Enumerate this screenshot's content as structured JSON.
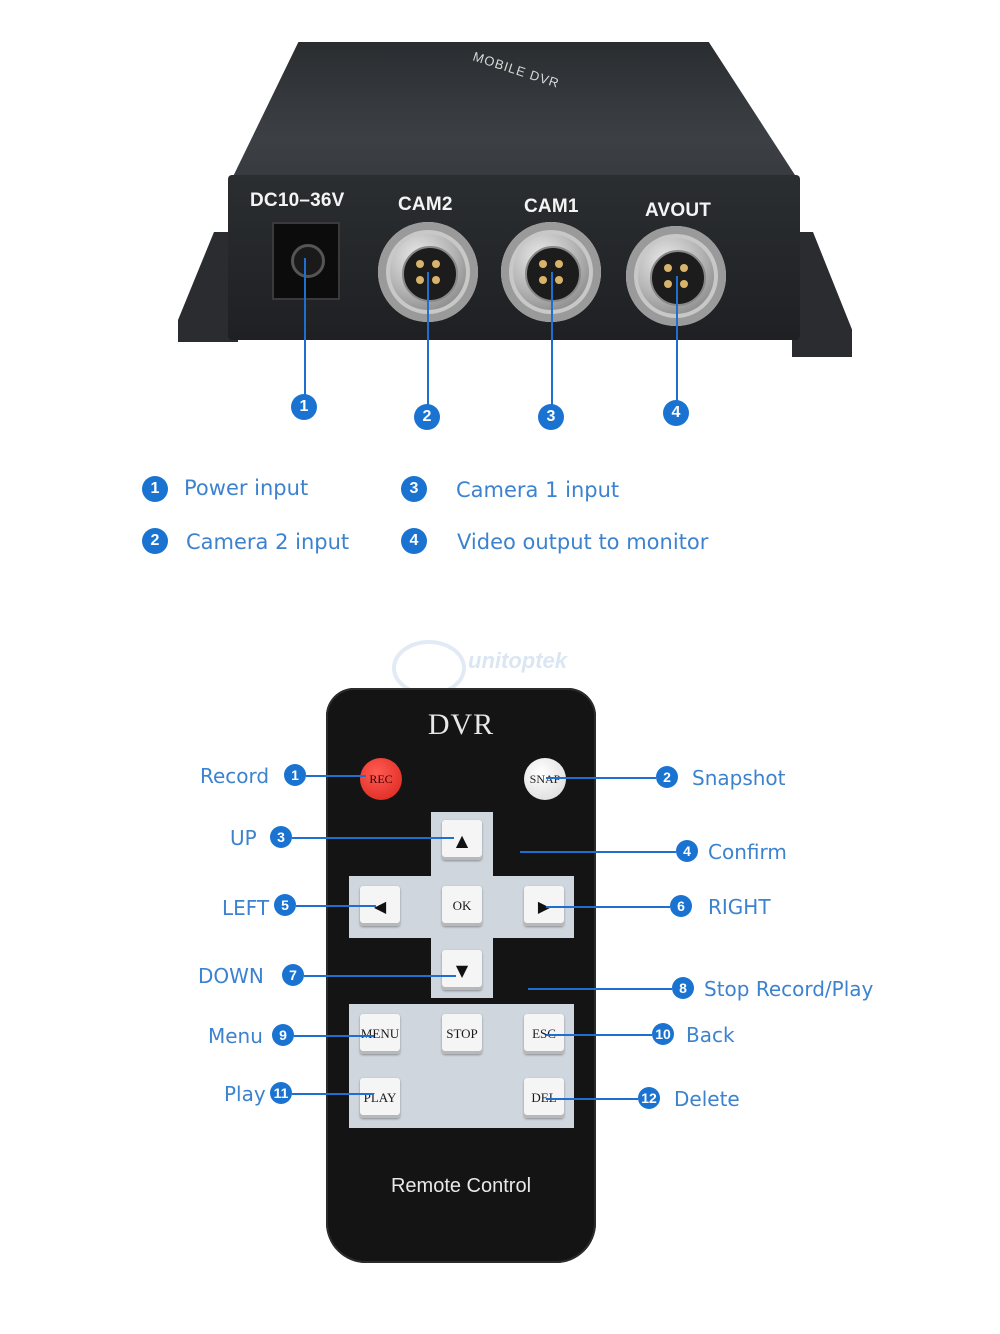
{
  "dvr": {
    "top_logo": "MOBILE DVR",
    "ports": [
      {
        "label": "DC10–36V",
        "num": "1"
      },
      {
        "label": "CAM2",
        "num": "2"
      },
      {
        "label": "CAM1",
        "num": "3"
      },
      {
        "label": "AVOUT",
        "num": "4"
      }
    ]
  },
  "legend": [
    {
      "num": "1",
      "text": "Power input"
    },
    {
      "num": "3",
      "text": "Camera 1 input"
    },
    {
      "num": "2",
      "text": "Camera 2 input"
    },
    {
      "num": "4",
      "text": "Video output to monitor"
    }
  ],
  "watermark": "unitoptek",
  "remote": {
    "brand": "DVR",
    "footer": "Remote Control",
    "buttons": {
      "rec": "REC",
      "snap": "SNAP",
      "ok": "OK",
      "menu": "MENU",
      "stop": "STOP",
      "esc": "ESC",
      "play": "PLAY",
      "del": "DEL",
      "up": "▲",
      "down": "▼",
      "left": "◀",
      "right": "▶"
    },
    "callouts": [
      {
        "num": "1",
        "label": "Record"
      },
      {
        "num": "2",
        "label": "Snapshot"
      },
      {
        "num": "3",
        "label": "UP"
      },
      {
        "num": "4",
        "label": "Confirm"
      },
      {
        "num": "5",
        "label": "LEFT"
      },
      {
        "num": "6",
        "label": "RIGHT"
      },
      {
        "num": "7",
        "label": "DOWN"
      },
      {
        "num": "8",
        "label": "Stop Record/Play"
      },
      {
        "num": "9",
        "label": "Menu"
      },
      {
        "num": "10",
        "label": "Back"
      },
      {
        "num": "11",
        "label": "Play"
      },
      {
        "num": "12",
        "label": "Delete"
      }
    ]
  },
  "colors": {
    "accent": "#1a73d1",
    "label_text": "#3c82cf",
    "rec": "#e8302a"
  }
}
